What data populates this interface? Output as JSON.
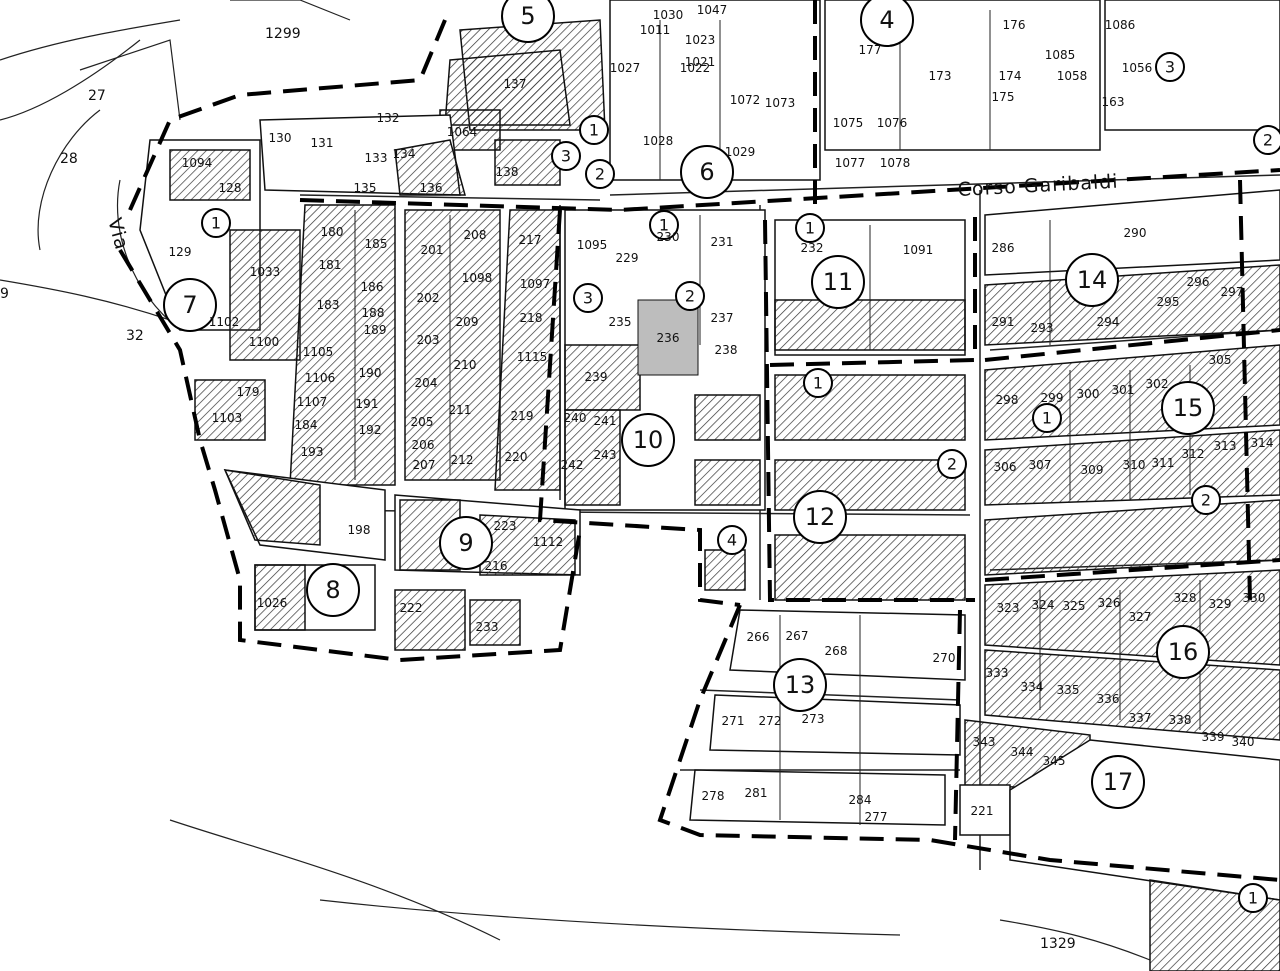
{
  "map": {
    "street_corso": "Corso Garibaldi",
    "street_via": "Via",
    "edge_labels": [
      "1299",
      "27",
      "28",
      "9",
      "32",
      "1329"
    ],
    "zones": [
      "1",
      "2",
      "3",
      "4",
      "5",
      "6",
      "7",
      "8",
      "9",
      "10",
      "11",
      "12",
      "13",
      "14",
      "15",
      "16",
      "17"
    ],
    "highlight_parcel": "236",
    "parcels": [
      "137",
      "1064",
      "130",
      "131",
      "132",
      "133",
      "134",
      "135",
      "136",
      "138",
      "1094",
      "128",
      "129",
      "1033",
      "1103",
      "1102",
      "1100",
      "179",
      "180",
      "181",
      "183",
      "1105",
      "1106",
      "1107",
      "184",
      "193",
      "185",
      "186",
      "188",
      "189",
      "190",
      "191",
      "192",
      "201",
      "202",
      "203",
      "204",
      "205",
      "206",
      "207",
      "209",
      "210",
      "211",
      "212",
      "208",
      "1098",
      "217",
      "1097",
      "218",
      "1115",
      "219",
      "220",
      "1095",
      "229",
      "230",
      "231",
      "232",
      "1091",
      "235",
      "237",
      "238",
      "239",
      "240",
      "241",
      "242",
      "243",
      "266",
      "267",
      "268",
      "270",
      "271",
      "272",
      "273",
      "277",
      "278",
      "281",
      "284",
      "286",
      "290",
      "291",
      "293",
      "294",
      "295",
      "296",
      "297",
      "298",
      "299",
      "300",
      "301",
      "302",
      "305",
      "306",
      "307",
      "309",
      "310",
      "311",
      "312",
      "313",
      "314",
      "323",
      "324",
      "325",
      "326",
      "327",
      "328",
      "329",
      "330",
      "333",
      "334",
      "335",
      "336",
      "337",
      "338",
      "339",
      "340",
      "343",
      "344",
      "345",
      "221",
      "223",
      "1112",
      "216",
      "222",
      "233",
      "198",
      "1026",
      "1030",
      "1047",
      "1011",
      "1023",
      "1027",
      "1022",
      "1072",
      "1073",
      "1075",
      "1076",
      "1077",
      "1078",
      "1028",
      "1029",
      "176",
      "177",
      "173",
      "174",
      "175",
      "163",
      "1085",
      "1086",
      "1056",
      "1058",
      "1021"
    ]
  }
}
